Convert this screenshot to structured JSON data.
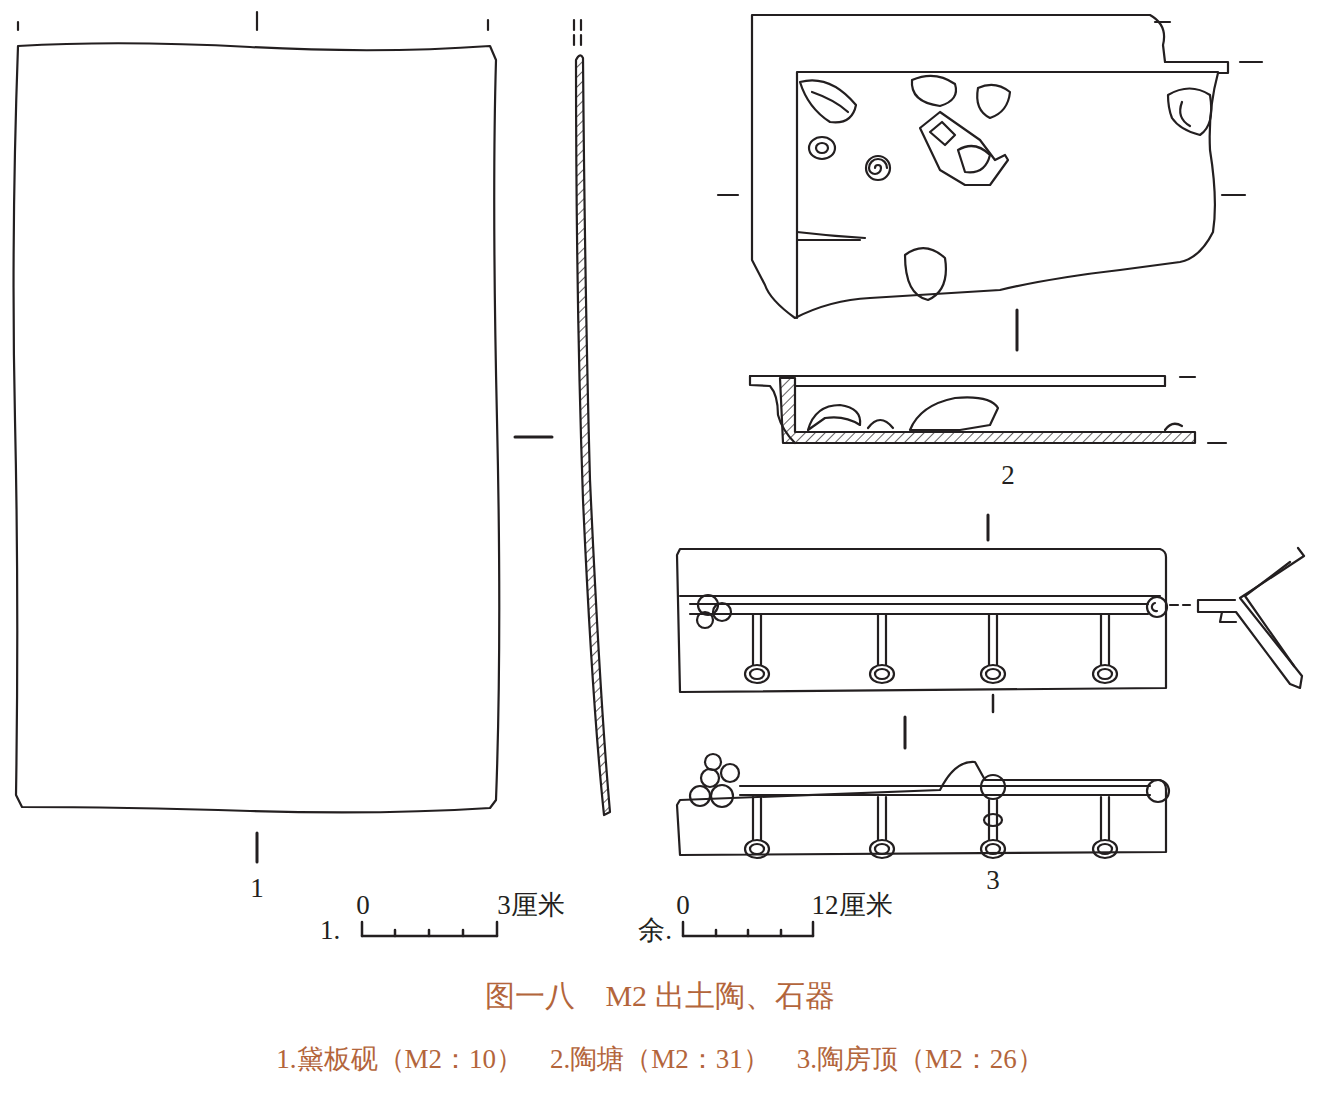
{
  "diagram": {
    "title": "图一八　M2 出土陶、石器",
    "caption": "1.黛板砚（M2：10）　2.陶塘（M2：31）　3.陶房顶（M2：26）",
    "labels": [
      "1",
      "2",
      "3",
      "1.",
      "0",
      "3厘米",
      "余.",
      "0",
      "12厘米"
    ]
  }
}
